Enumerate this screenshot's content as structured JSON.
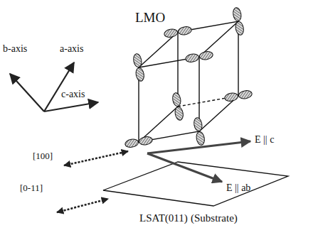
{
  "diagram": {
    "labels": [
      "LMO",
      "b-axis",
      "a-axis",
      "c-axis",
      "E || c",
      "E || ab",
      "[100]",
      "[0-11]",
      "LSAT(011)",
      "(Substrate)"
    ]
  }
}
